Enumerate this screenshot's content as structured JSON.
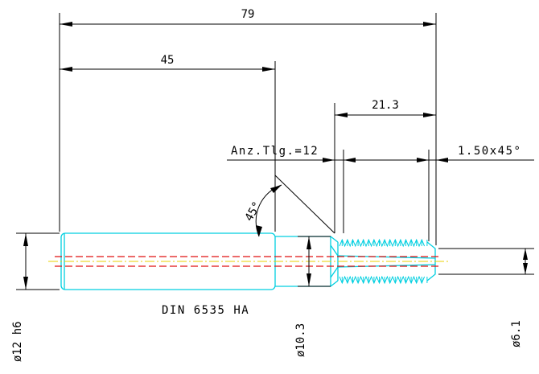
{
  "dimensions": {
    "overall_length": "79",
    "shank_length": "45",
    "thread_length": "21.3",
    "chamfer": "1.50x45°",
    "tooth_count": "Anz.Tlg.=12",
    "angle": "45°",
    "shank_diameter": "ø12 h6",
    "neck_diameter": "ø10.3",
    "core_diameter": "ø6.1"
  },
  "standard_label": "DIN 6535 HA",
  "colors": {
    "part_outline": "#00cfe0",
    "hidden_lines": "#e01010",
    "center_line": "#e8d000",
    "dimension_lines": "#000000"
  }
}
